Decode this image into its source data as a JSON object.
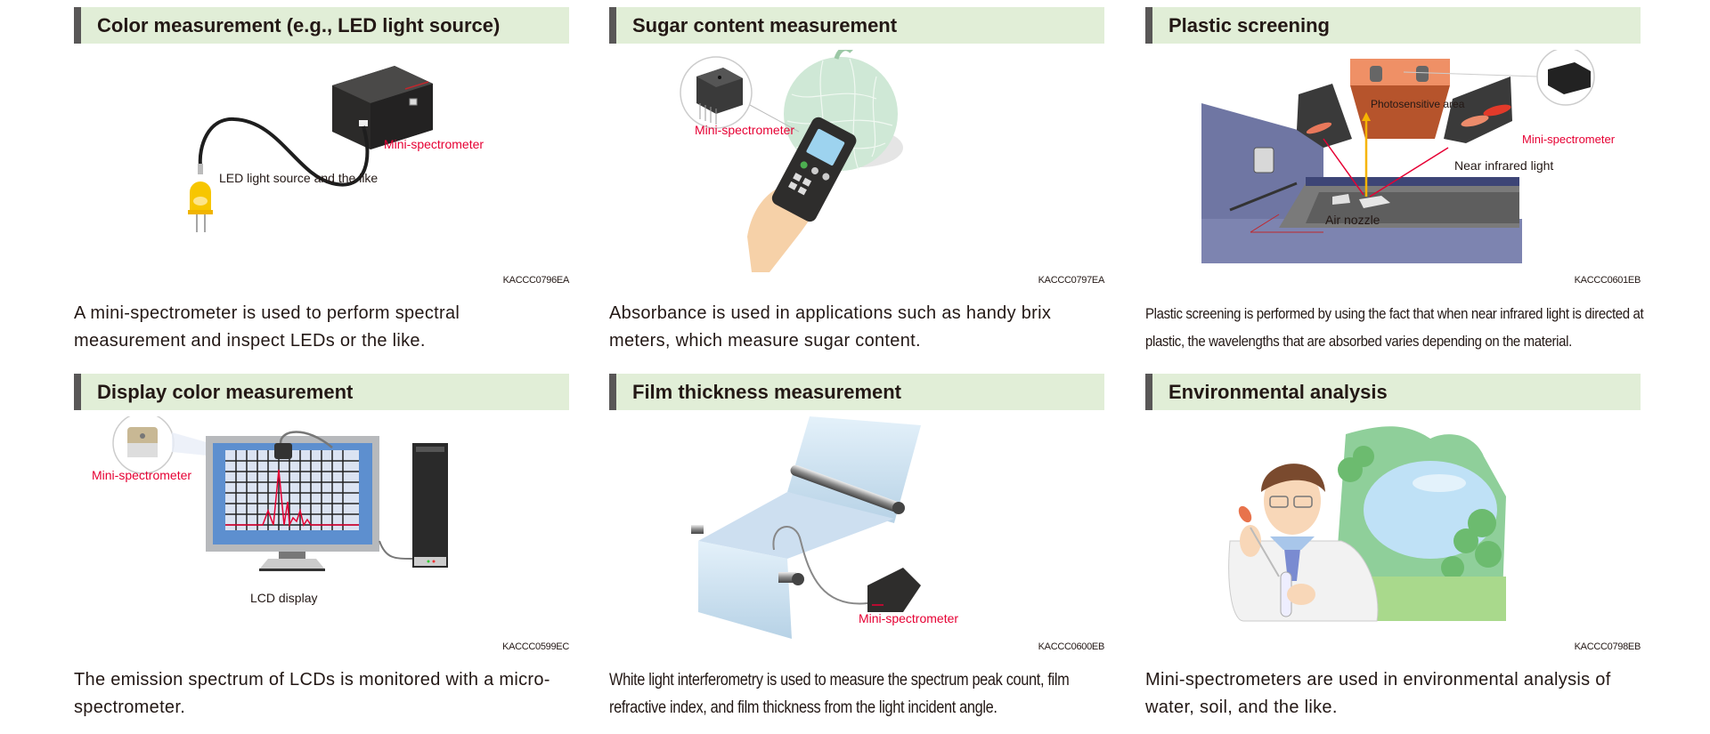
{
  "cards": [
    {
      "title": "Color measurement (e.g., LED light source)",
      "labels": {
        "spectrometer": "Mini-spectrometer",
        "led": "LED light source and the like"
      },
      "code": "KACCC0796EA",
      "description": "A mini-spectrometer is used to perform spectral measurement and inspect LEDs or the like."
    },
    {
      "title": "Sugar content measurement",
      "labels": {
        "spectrometer": "Mini-spectrometer"
      },
      "code": "KACCC0797EA",
      "description": "Absorbance is used in applications such as handy brix meters, which measure sugar content."
    },
    {
      "title": "Plastic screening",
      "labels": {
        "photosensitive": "Photosensitive area",
        "spectrometer": "Mini-spectrometer",
        "nir": "Near infrared light",
        "nozzle": "Air nozzle"
      },
      "code": "KACCC0601EB",
      "description": "Plastic screening is performed by using the fact that when near infrared light is directed at plastic, the wavelengths that are absorbed varies depending on the material."
    },
    {
      "title": "Display color measurement",
      "labels": {
        "spectrometer": "Mini-spectrometer",
        "lcd": "LCD display"
      },
      "code": "KACCC0599EC",
      "description": "The emission spectrum of LCDs is monitored with a micro-spectrometer."
    },
    {
      "title": "Film thickness measurement",
      "labels": {
        "spectrometer": "Mini-spectrometer"
      },
      "code": "KACCC0600EB",
      "description": "White light interferometry is used to measure the spectrum peak count, film refractive index, and film thickness from the light incident angle."
    },
    {
      "title": "Environmental analysis",
      "labels": {},
      "code": "KACCC0798EB",
      "description": "Mini-spectrometers are used in environmental analysis of water, soil, and the like."
    }
  ],
  "colors": {
    "header_bg": "#e1eed7",
    "header_bar": "#595757",
    "label_red": "#e60033",
    "text": "#231815"
  }
}
